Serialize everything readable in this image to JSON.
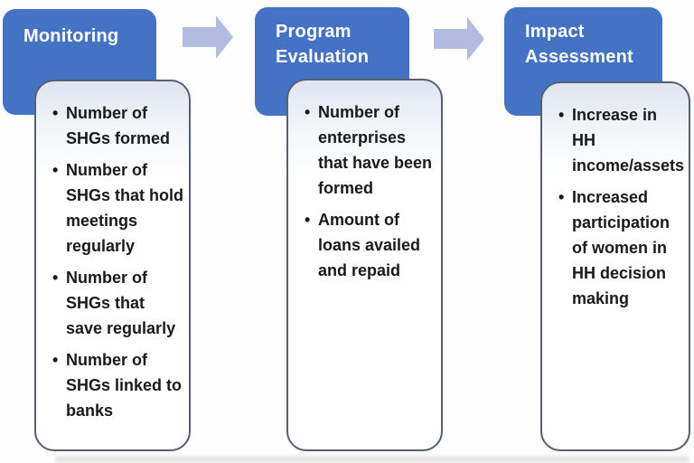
{
  "diagram": {
    "title_context": "Monitoring, Program Evaluation and Impact Assessment flow",
    "columns": [
      {
        "header": "Monitoring",
        "bullets": [
          "Number of SHGs formed",
          "Number of SHGs that hold meetings regularly",
          "Number of SHGs that save regularly",
          "Number of SHGs linked to banks"
        ]
      },
      {
        "header": "Program Evaluation",
        "bullets": [
          "Number of enterprises that have been formed",
          "Amount of loans availed and repaid"
        ]
      },
      {
        "header": "Impact Assessment",
        "bullets": [
          "Increase in HH income/assets",
          "Increased participation of women in HH decision making"
        ]
      }
    ],
    "arrows": [
      "right-arrow",
      "right-arrow"
    ],
    "colors": {
      "header_bg": "#4472c4",
      "header_text": "#ffffff",
      "arrow": "#b2bce0",
      "card_border": "#566070",
      "card_tint_top": "#dfe4f0",
      "body_text": "#1a1a1a"
    }
  }
}
